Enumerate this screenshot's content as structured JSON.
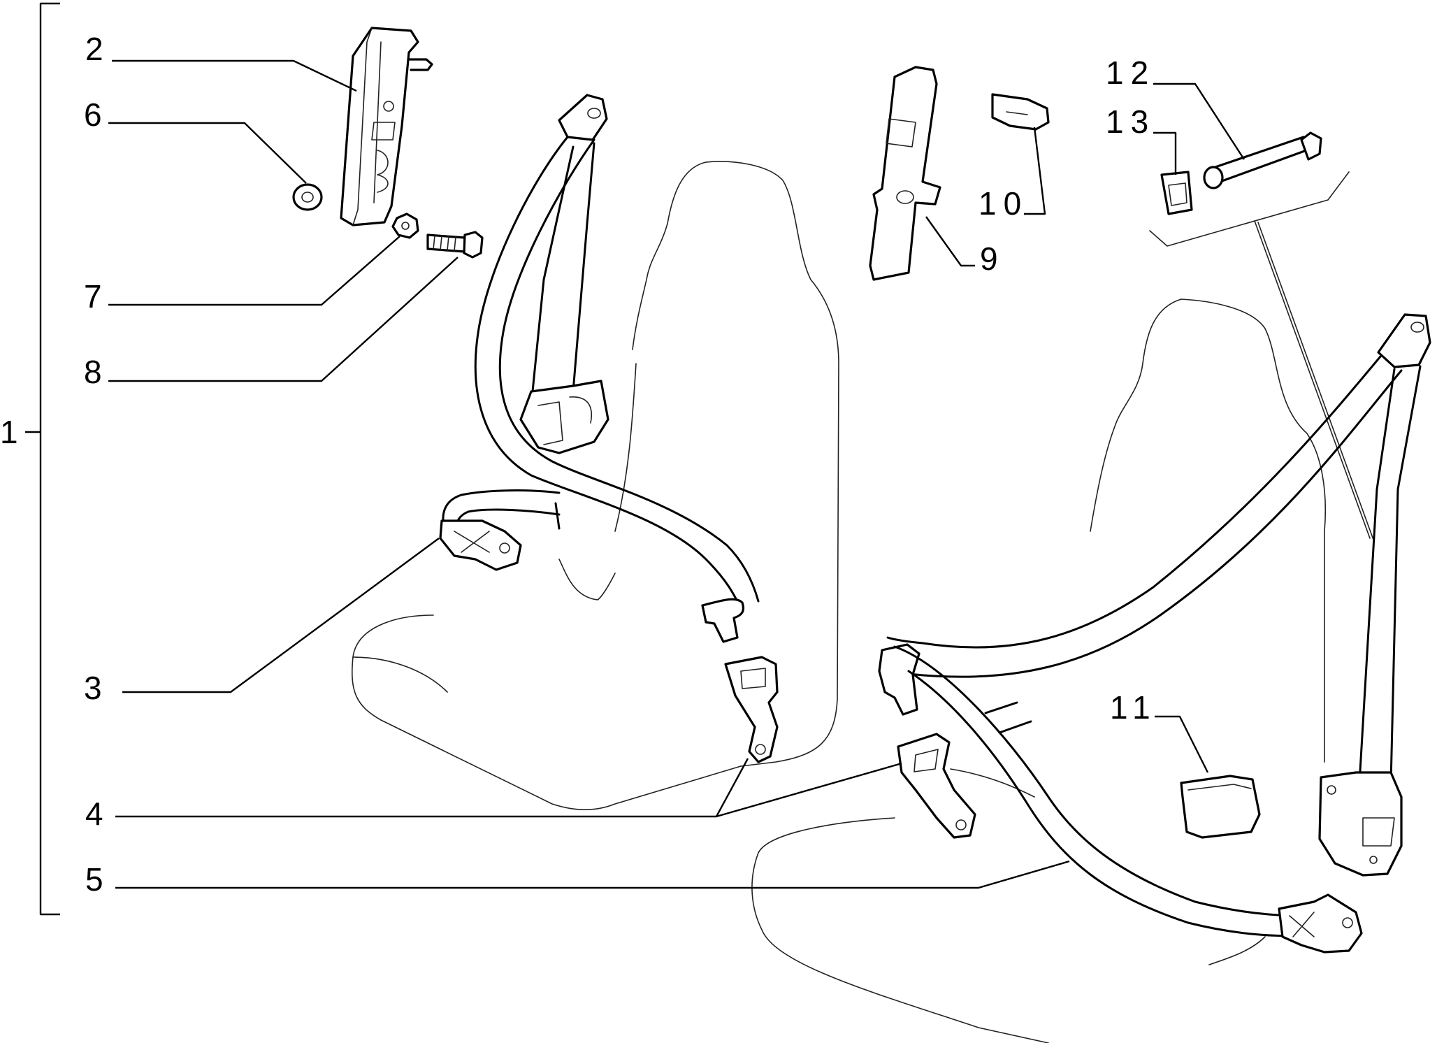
{
  "diagram": {
    "labels": {
      "l1": "1",
      "l2": "2",
      "l3": "3",
      "l4": "4",
      "l5": "5",
      "l6": "6",
      "l7": "7",
      "l8": "8",
      "l9": "9",
      "l10": "10",
      "l11": "11",
      "l12": "12",
      "l13": "13"
    }
  }
}
